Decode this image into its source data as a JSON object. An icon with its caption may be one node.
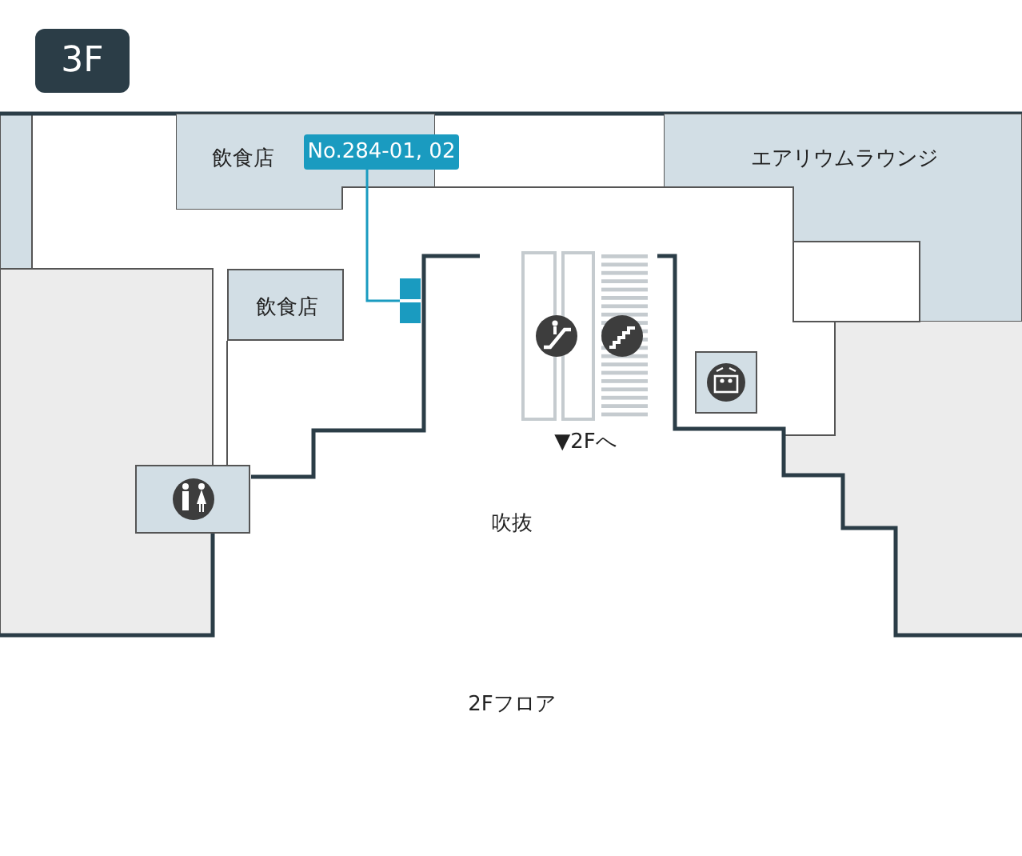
{
  "diagram": {
    "nodes": [
      {
        "text": [
          "3F"
        ]
      },
      {
        "text": [
          "飲食店"
        ]
      },
      {
        "text": [
          "No.284-01, 02"
        ]
      },
      {
        "text": [
          "エアリウムラウンジ"
        ]
      },
      {
        "text": [],
        "shape": "box"
      },
      {
        "text": [
          "飲食店"
        ]
      }
    ],
    "edges": [
      {
        "from": 2,
        "to": 4,
        "arrow": "none"
      }
    ],
    "labels": [
      "▼2Fへ",
      "吹抜",
      "2Fフロア"
    ]
  }
}
